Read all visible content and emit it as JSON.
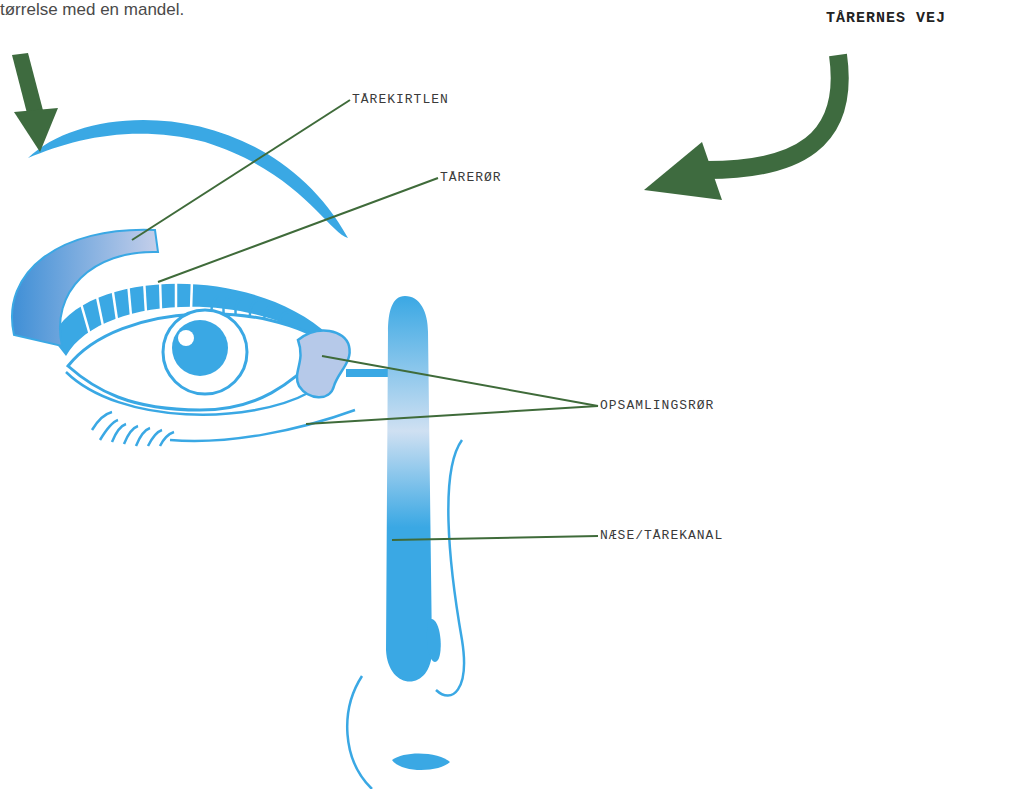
{
  "diagram": {
    "title": "TÅRERNES VEJ",
    "labels": [
      "tørrelse med en mandel.",
      "TÅREKIRTLEN",
      "TÅRERØR",
      "OPSAMLINGSRØR",
      "NÆSE/TÅREKANAL"
    ]
  }
}
